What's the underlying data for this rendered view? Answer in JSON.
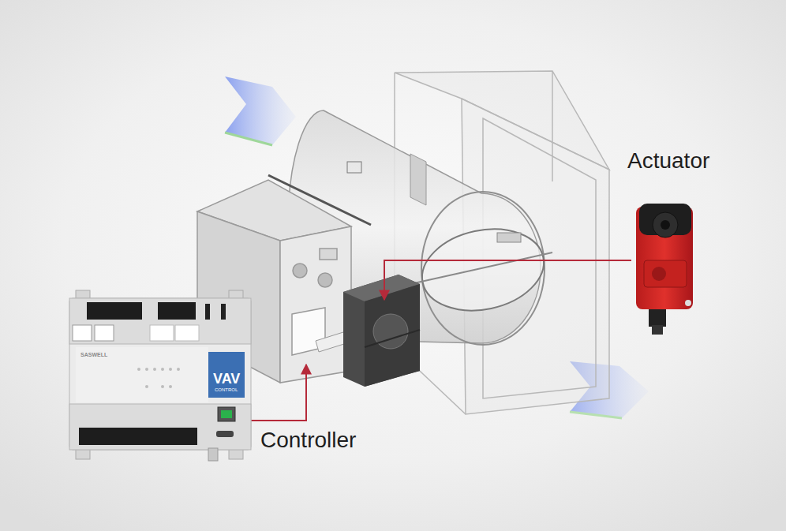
{
  "diagram": {
    "labels": [
      "Actuator",
      "Controller",
      "SASWELL",
      "VAV",
      "CONTROL"
    ]
  }
}
